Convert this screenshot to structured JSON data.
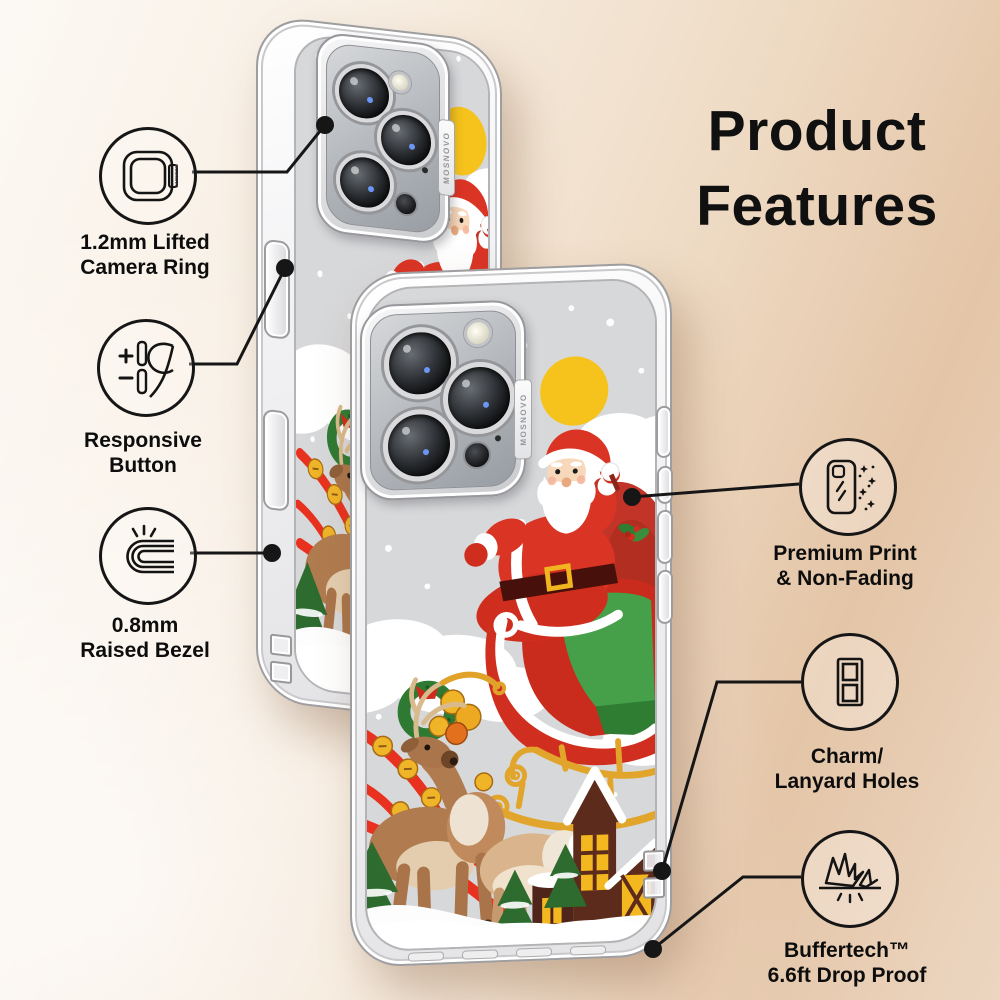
{
  "title": {
    "line1": "Product",
    "line2": "Features"
  },
  "brand": "MOSNOVO",
  "features": {
    "camera_ring": {
      "line1": "1.2mm Lifted",
      "line2": "Camera Ring",
      "icon": "camera-ring-icon"
    },
    "responsive_button": {
      "line1": "Responsive",
      "line2": "Button",
      "icon": "responsive-button-icon"
    },
    "raised_bezel": {
      "line1": "0.8mm",
      "line2": "Raised Bezel",
      "icon": "raised-bezel-icon"
    },
    "premium_print": {
      "line1": "Premium Print",
      "line2": "& Non-Fading",
      "icon": "premium-print-icon"
    },
    "charm_holes": {
      "line1": "Charm/",
      "line2": "Lanyard Holes",
      "icon": "charm-lanyard-holes-icon"
    },
    "drop_proof": {
      "line1": "Buffertech™",
      "line2": "6.6ft Drop Proof",
      "icon": "drop-proof-icon"
    }
  },
  "colors": {
    "title_text": "#101010",
    "callout_line": "#161616",
    "santa_red": "#da3425",
    "sun_yellow": "#f5c31c",
    "bell_gold": "#f0b429",
    "sleigh_green": "#45a049",
    "house_brown": "#5d2b1b",
    "window_yellow": "#f3b71f",
    "sky_grey": "#d7d8da"
  }
}
